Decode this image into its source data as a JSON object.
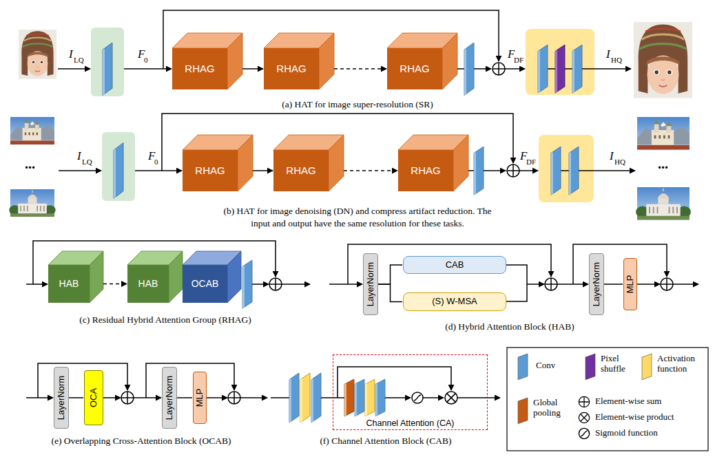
{
  "diagram": {
    "nodes": [
      {
        "text": [
          "RHAG"
        ]
      },
      {
        "text": [
          "RHAG"
        ]
      },
      {
        "text": [
          "RHAG"
        ]
      },
      {
        "text": [
          "RHAG"
        ]
      },
      {
        "text": [
          "RHAG"
        ]
      },
      {
        "text": [
          "RHAG"
        ]
      },
      {
        "text": [
          "HAB"
        ]
      },
      {
        "text": [
          "HAB"
        ]
      },
      {
        "text": [
          "OCAB"
        ]
      },
      {
        "text": [
          "LayerNorm"
        ]
      },
      {
        "text": [
          "CAB"
        ]
      },
      {
        "text": [
          "(S) W-MSA"
        ]
      },
      {
        "text": [
          "LayerNorm"
        ]
      },
      {
        "text": [
          "MLP"
        ]
      },
      {
        "text": [
          "LayerNorm"
        ]
      },
      {
        "text": [
          "OCA"
        ]
      },
      {
        "text": [
          "LayerNorm"
        ]
      },
      {
        "text": [
          "MLP"
        ]
      },
      {
        "text": [
          "Channel Attention (CA)"
        ]
      }
    ],
    "edges": [
      {
        "from": 0,
        "to": 1,
        "arrow": "to"
      },
      {
        "from": 1,
        "to": 2,
        "arrow": "to"
      },
      {
        "from": 3,
        "to": 4,
        "arrow": "to"
      },
      {
        "from": 4,
        "to": 5,
        "arrow": "to"
      },
      {
        "from": 6,
        "to": 7,
        "arrow": "to"
      },
      {
        "from": 9,
        "to": 10,
        "arrow": "none"
      },
      {
        "from": 9,
        "to": 11,
        "arrow": "none"
      },
      {
        "from": 12,
        "to": 13,
        "arrow": "none"
      },
      {
        "from": 14,
        "to": 15,
        "arrow": "none"
      },
      {
        "from": 16,
        "to": 17,
        "arrow": "none"
      }
    ],
    "labels": [
      "I",
      "LQ",
      "F",
      "0",
      "F",
      "DF",
      "I",
      "HQ",
      "(a) HAT for image super-resolution (SR)",
      "...",
      "I",
      "LQ",
      "F",
      "0",
      "F",
      "DF",
      "I",
      "HQ",
      "...",
      "(b) HAT for image denoising (DN) and compress artifact reduction. The input and output have the same resolution for these tasks.",
      "(c) Residual Hybrid Attention Group (RHAG)",
      "(d) Hybrid Attention Block (HAB)",
      "(e) Overlapping Cross-Attention Block (OCAB)",
      "(f) Channel Attention Block (CAB)"
    ],
    "legend": [
      {
        "text": "Conv",
        "color": "#5b9bd5"
      },
      {
        "text": "Pixel shuffle",
        "color": "#7030a0"
      },
      {
        "text": "Activation function",
        "color": "#ffd966"
      },
      {
        "text": "Global pooling",
        "color": "#c55a11"
      },
      {
        "text": "Element-wise sum"
      },
      {
        "text": "Element-wise product"
      },
      {
        "text": "Sigmoid function"
      }
    ]
  }
}
